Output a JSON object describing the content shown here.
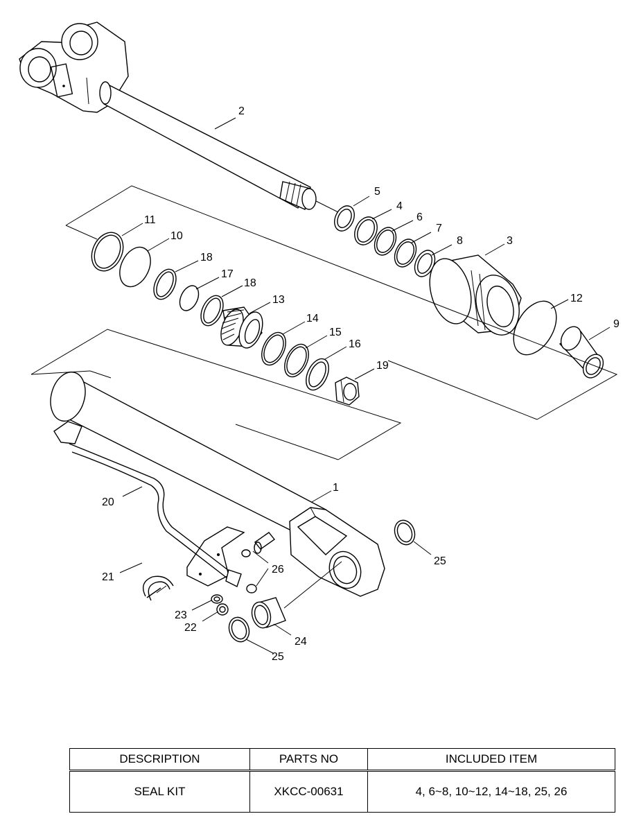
{
  "callouts": {
    "c1": "1",
    "c2": "2",
    "c3": "3",
    "c4": "4",
    "c5": "5",
    "c6": "6",
    "c7": "7",
    "c8": "8",
    "c9": "9",
    "c10": "10",
    "c11": "11",
    "c12": "12",
    "c13": "13",
    "c14": "14",
    "c15": "15",
    "c16": "16",
    "c17": "17",
    "c18a": "18",
    "c18b": "18",
    "c19": "19",
    "c20": "20",
    "c21": "21",
    "c22": "22",
    "c23": "23",
    "c24": "24",
    "c25a": "25",
    "c25b": "25",
    "c26": "26"
  },
  "table": {
    "headers": {
      "description": "DESCRIPTION",
      "parts_no": "PARTS NO",
      "included_item": "INCLUDED ITEM"
    },
    "row": {
      "description": "SEAL KIT",
      "parts_no": "XKCC-00631",
      "included_item": "4, 6~8, 10~12, 14~18, 25, 26"
    }
  }
}
